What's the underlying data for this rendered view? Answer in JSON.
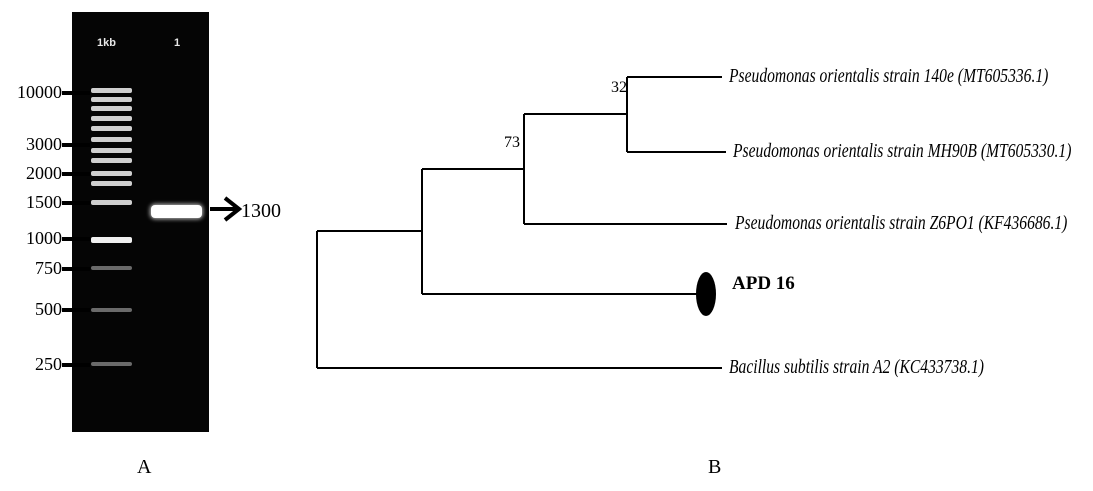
{
  "panel_a": {
    "letter": "A",
    "lane_labels": [
      "1kb",
      "1"
    ],
    "marker_sizes": [
      "10000",
      "3000",
      "2000",
      "1500",
      "1000",
      "750",
      "500",
      "250"
    ],
    "band_size": "1300"
  },
  "panel_b": {
    "letter": "B",
    "bootstrap_values": [
      "32",
      "73"
    ],
    "leaves": [
      "Pseudomonas orientalis strain 140e (MT605336.1)",
      "Pseudomonas orientalis strain MH90B (MT605330.1)",
      "Pseudomonas orientalis strain Z6PO1 (KF436686.1)",
      "APD 16",
      "Bacillus subtilis strain A2 (KC433738.1)"
    ]
  }
}
